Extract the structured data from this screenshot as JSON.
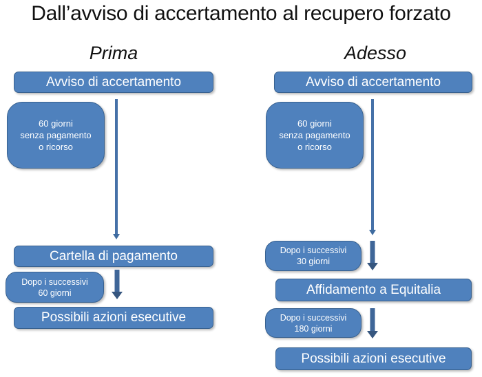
{
  "title": "Dall’avviso di accertamento al recupero forzato",
  "colors": {
    "box_fill": "#4F81BD",
    "box_border": "#38618F",
    "arrow": "#4671A8",
    "text_on_box": "#FFFFFF",
    "page_text": "#111111",
    "background": "#FFFFFF"
  },
  "columns": [
    {
      "id": "prima",
      "heading": "Prima",
      "nodes": [
        {
          "id": "prima-avviso",
          "type": "stage",
          "label": "Avviso di accertamento"
        },
        {
          "id": "prima-60gg",
          "type": "note",
          "lines": [
            "60 giorni",
            "senza pagamento",
            "o ricorso"
          ]
        },
        {
          "id": "prima-cartella",
          "type": "stage",
          "label": "Cartella di pagamento"
        },
        {
          "id": "prima-dopo60",
          "type": "note",
          "lines": [
            "Dopo i successivi",
            "60 giorni"
          ]
        },
        {
          "id": "prima-azioni",
          "type": "stage",
          "label": "Possibili azioni esecutive"
        }
      ],
      "arrows": [
        {
          "id": "prima-arrow-long",
          "from": "prima-avviso",
          "to": "prima-cartella"
        },
        {
          "id": "prima-arrow-short",
          "from": "prima-cartella",
          "to": "prima-azioni"
        }
      ]
    },
    {
      "id": "adesso",
      "heading": "Adesso",
      "nodes": [
        {
          "id": "adesso-avviso",
          "type": "stage",
          "label": "Avviso di accertamento"
        },
        {
          "id": "adesso-60gg",
          "type": "note",
          "lines": [
            "60 giorni",
            "senza pagamento",
            "o ricorso"
          ]
        },
        {
          "id": "adesso-dopo30",
          "type": "note",
          "lines": [
            "Dopo i successivi",
            "30 giorni"
          ]
        },
        {
          "id": "adesso-affidamento",
          "type": "stage",
          "label": "Affidamento a Equitalia"
        },
        {
          "id": "adesso-dopo180",
          "type": "note",
          "lines": [
            "Dopo i successivi",
            "180 giorni"
          ]
        },
        {
          "id": "adesso-azioni",
          "type": "stage",
          "label": "Possibili azioni esecutive"
        }
      ],
      "arrows": [
        {
          "id": "adesso-arrow-long",
          "from": "adesso-avviso",
          "to": "adesso-affidamento"
        },
        {
          "id": "adesso-arrow-mid",
          "from": "adesso-affidamento",
          "to": "adesso-azioni"
        }
      ]
    }
  ]
}
